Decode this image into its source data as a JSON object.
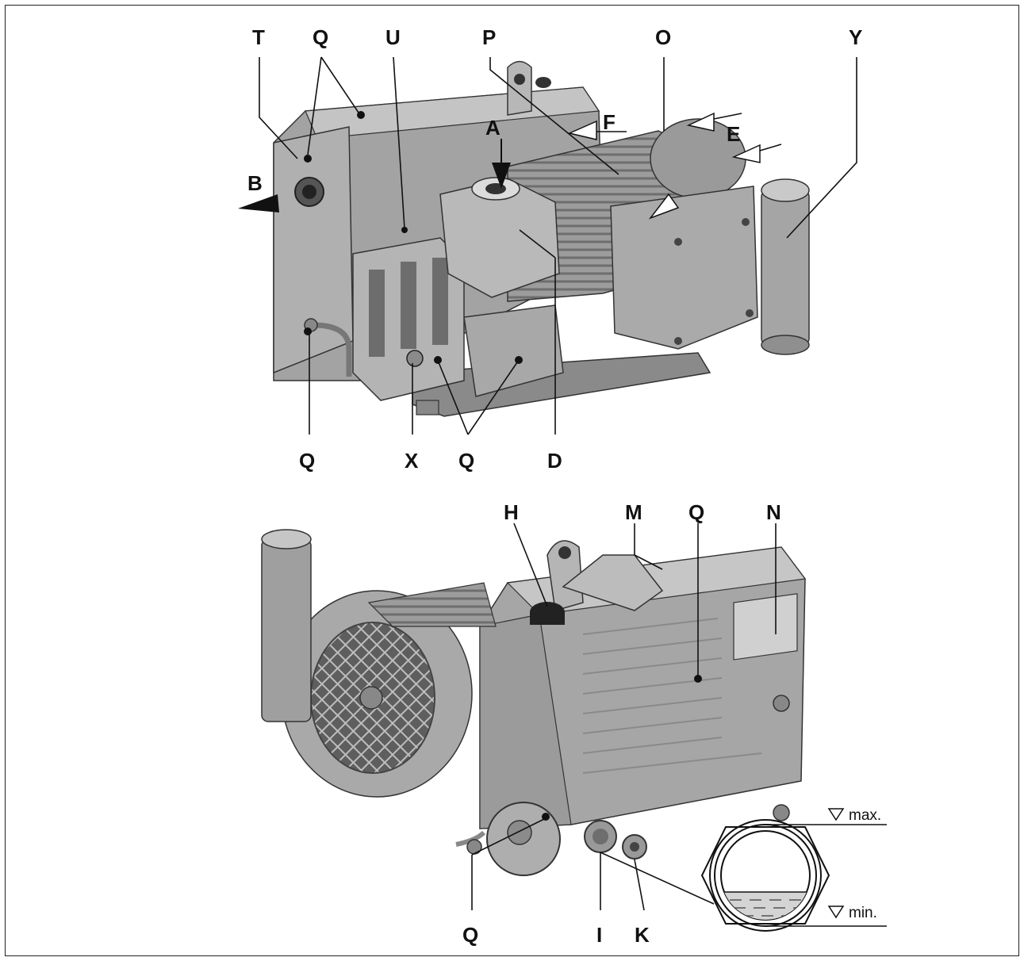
{
  "figure": {
    "upper_view_labels": {
      "T": "T",
      "Q_top": "Q",
      "U": "U",
      "P": "P",
      "O": "O",
      "Y": "Y",
      "A": "A",
      "F": "F",
      "E": "E",
      "B": "B",
      "Q_left": "Q",
      "X": "X",
      "Q_bottom": "Q",
      "D": "D"
    },
    "lower_view_labels": {
      "H": "H",
      "M": "M",
      "Q_top": "Q",
      "N": "N",
      "Q_bottom": "Q",
      "I": "I",
      "K": "K"
    },
    "sight_glass": {
      "max_label": "max.",
      "min_label": "min."
    }
  },
  "colors": {
    "metal": "#a9a9a9",
    "metal_dark": "#7d7d7d",
    "metal_light": "#cfcfcf",
    "ink": "#111111",
    "oil": "#d4d4d4"
  }
}
